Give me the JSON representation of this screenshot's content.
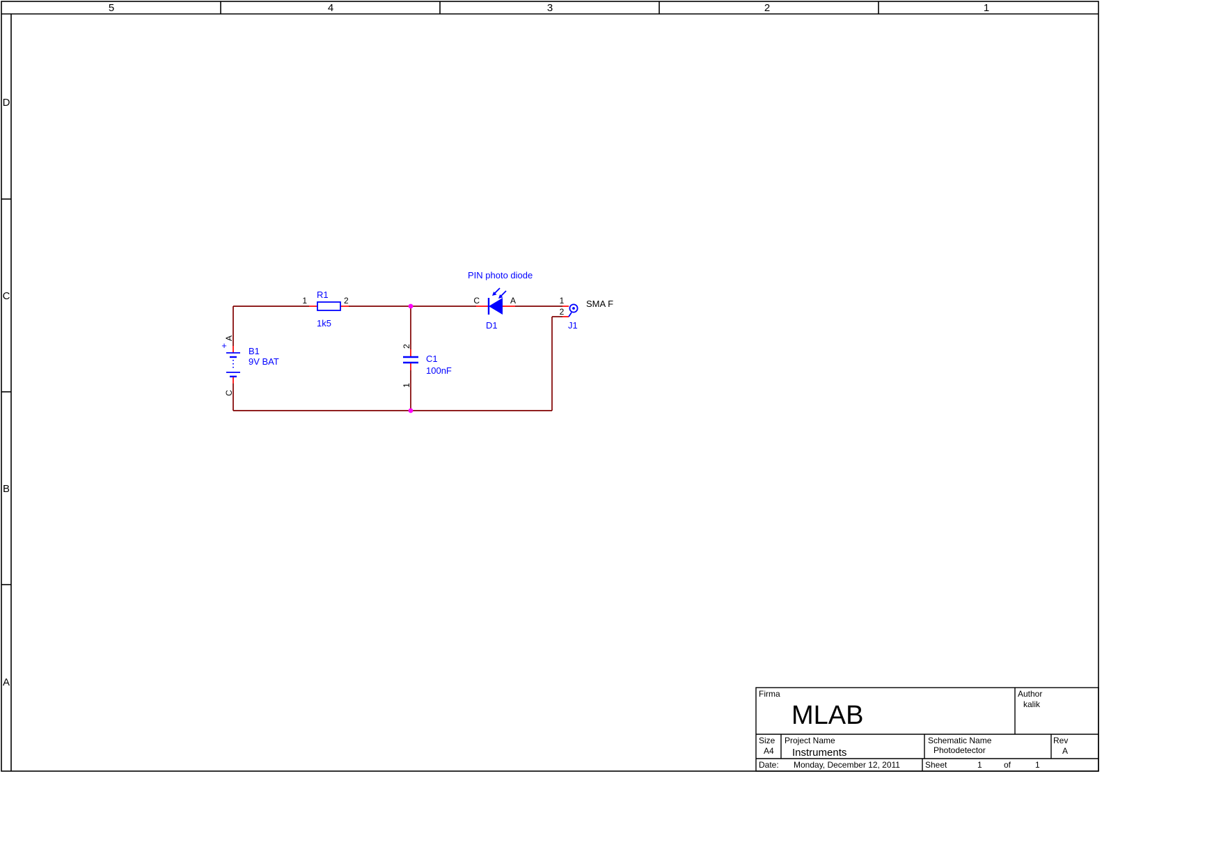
{
  "frame": {
    "columns": [
      "5",
      "4",
      "3",
      "2",
      "1"
    ],
    "rows": [
      "D",
      "C",
      "B",
      "A"
    ]
  },
  "schematic": {
    "note": "PIN photo diode",
    "colors": {
      "wire": "#800000",
      "pin_stub": "#ff0000",
      "symbol": "#0000ff",
      "junction": "#ff00ff",
      "pin_text": "#000000",
      "label_text": "#0000ff"
    },
    "components": {
      "B1": {
        "ref": "B1",
        "value": "9V BAT",
        "plus": "+",
        "pin_top": "A",
        "pin_bottom": "C"
      },
      "R1": {
        "ref": "R1",
        "value": "1k5",
        "pin_left": "1",
        "pin_right": "2"
      },
      "C1": {
        "ref": "C1",
        "value": "100nF",
        "pin_top": "2",
        "pin_bottom": "1"
      },
      "D1": {
        "ref": "D1",
        "pin_left": "C",
        "pin_right": "A"
      },
      "J1": {
        "ref": "J1",
        "type": "SMA F",
        "pin_signal": "1",
        "pin_shield": "2"
      }
    }
  },
  "title_block": {
    "firma_label": "Firma",
    "firma": "MLAB",
    "author_label": "Author",
    "author": "kalik",
    "size_label": "Size",
    "size": "A4",
    "project_label": "Project Name",
    "project": "Instruments",
    "schematic_label": "Schematic Name",
    "schematic_name": "Photodetector",
    "rev_label": "Rev",
    "rev": "A",
    "date_label": "Date:",
    "date": "Monday, December 12, 2011",
    "sheet_label": "Sheet",
    "sheet_number": "1",
    "of_label": "of",
    "sheet_total": "1"
  }
}
